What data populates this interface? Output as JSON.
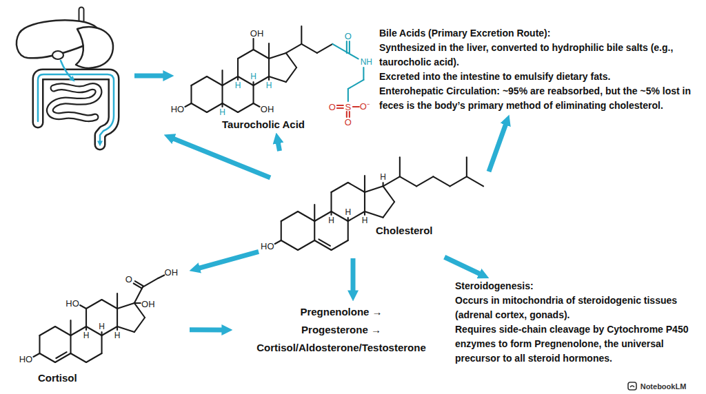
{
  "diagram": {
    "nodes": [
      {
        "text": [
          "Taurocholic Acid"
        ]
      },
      {
        "text": [
          "Bile Acids (Primary Excretion Route):",
          "Synthesized in the liver, converted to hydrophilic bile salts (e.g., taurocholic acid).",
          "Excreted into the intestine to emulsify dietary fats.",
          "Enterohepatic Circulation: ~95% are reabsorbed, but the ~5% lost in feces is the body’s primary method of eliminating cholesterol."
        ]
      },
      {
        "text": [
          "Cholesterol"
        ]
      },
      {
        "text": [
          "Cortisol"
        ]
      },
      {
        "text": [
          "Pregnenolone →",
          "Progesterone →",
          "Cortisol/Aldosterone/Testosterone"
        ]
      },
      {
        "text": [
          "Steroidogenesis:",
          "Occurs in mitochondria of steroidogenic tissues (adrenal cortex, gonads).",
          "Requires side-chain cleavage by Cytochrome P450 enzymes to form Pregnenolone, the universal precursor to all steroid hormones."
        ]
      }
    ],
    "edges": [
      {
        "from": 2,
        "to": 0,
        "arrow": "to"
      },
      {
        "from": 2,
        "to": 1,
        "arrow": "to"
      },
      {
        "from": 2,
        "to": 3,
        "arrow": "to"
      },
      {
        "from": 2,
        "to": 4,
        "arrow": "to"
      },
      {
        "from": 2,
        "to": 5,
        "arrow": "to"
      },
      {
        "from": 3,
        "to": 4,
        "arrow": "to"
      }
    ],
    "labels": [
      "OH",
      "O",
      "NH",
      "S",
      "O⁻",
      "O",
      "O",
      "HO",
      "OH",
      "H",
      "H",
      "H",
      "H",
      "H",
      "H",
      "H",
      "H",
      "HO",
      "O",
      "OH",
      "HO",
      "OH",
      "H",
      "H",
      "H",
      "HO",
      "NotebookLM"
    ]
  }
}
